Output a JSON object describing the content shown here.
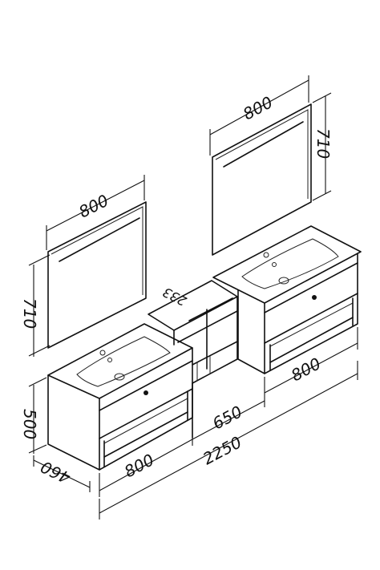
{
  "dimensions": {
    "left_mirror_width": "800",
    "left_mirror_height": "710",
    "right_mirror_width": "800",
    "right_mirror_height": "710",
    "cabinet_height": "500",
    "cabinet_depth": "460",
    "left_cabinet_width": "800",
    "shelf_width": "650",
    "right_cabinet_width": "800",
    "total_width": "2250",
    "shelf_depth": "233"
  }
}
